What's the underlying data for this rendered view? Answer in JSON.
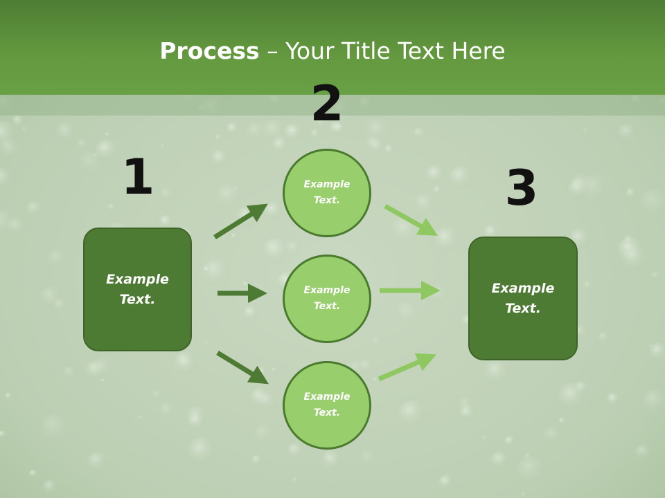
{
  "title": {
    "bold": "Process",
    "rest": " – Your Title Text Here"
  },
  "steps": {
    "n1": "1",
    "n2": "2",
    "n3": "3"
  },
  "boxes": {
    "left": "Example\nText.",
    "right": "Example\nText."
  },
  "circles": {
    "top": "Example\nText.",
    "middle": "Example\nText.",
    "bottom": "Example\nText."
  },
  "colors": {
    "title_bar": "#5e933c",
    "box_fill": "#4e7b33",
    "circle_fill": "#99ce6c",
    "arrow_dark": "#4e7b33",
    "arrow_light": "#8fc860"
  }
}
